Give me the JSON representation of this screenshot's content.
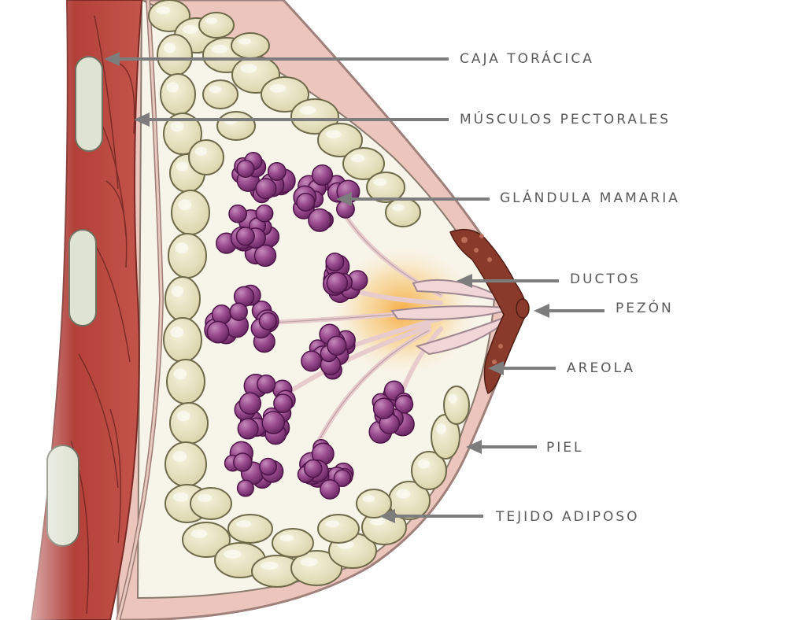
{
  "diagram": {
    "labels": {
      "caja_toracica": "CAJA TORÁCICA",
      "musculos_pectorales": "MÚSCULOS PECTORALES",
      "glandula_mamaria": "GLÁNDULA MAMARIA",
      "ductos": "DUCTOS",
      "pezon": "PEZÓN",
      "areola": "AREOLA",
      "piel": "PIEL",
      "tejido_adiposo": "TEJIDO ADIPOSO"
    },
    "colors": {
      "skin": "#ecc6bc",
      "skin_edge": "#b08f8a",
      "muscle": "#b7403a",
      "rib": "#dfe3d2",
      "fat": "#e6e1bf",
      "fat_edge": "#7a7456",
      "gland": "#8f3e86",
      "duct": "#f1d6d8",
      "areola": "#8a3a2a",
      "glow": "#f6b34f",
      "leader": "#7d7d7d",
      "label_text": "#5a5a5a"
    }
  }
}
